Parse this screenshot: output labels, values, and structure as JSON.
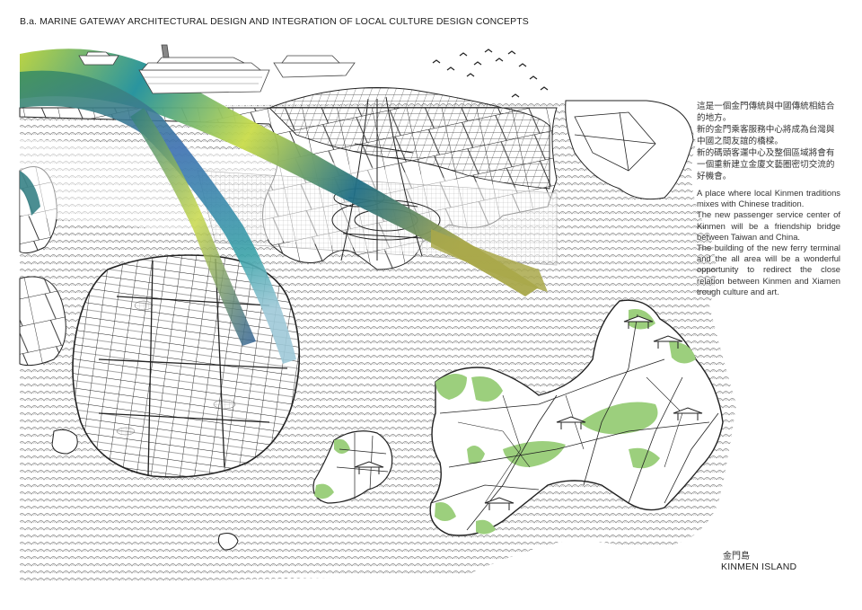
{
  "header": {
    "title": "B.a. MARINE GATEWAY ARCHITECTURAL DESIGN AND INTEGRATION OF LOCAL CULTURE DESIGN CONCEPTS"
  },
  "description": {
    "zh": [
      "這是一個金門傳統與中國傳統相結合的地方。",
      "新的金門乘客服務中心將成為台灣與中國之間友誼的橋樑。",
      "新的碼頭客運中心及整個區域將會有一個重新建立金廈文藝圈密切交流的好機會。"
    ],
    "en": [
      "A place where local Kinmen traditions mixes with Chinese tradition.",
      "The new passenger service center of Kinmen will be a friendship bridge between Taiwan and China.",
      "The building of the new ferry terminal and the all area will be a wonderful opportunity to redirect the close relation between Kinmen and Xiamen trough culture and art."
    ]
  },
  "caption": {
    "zh": "金門島",
    "en": "KINMEN ISLAND"
  },
  "colors": {
    "sea_pattern": "#8a8a8a",
    "green_area": "#9ccf7d",
    "ribbon_teal": "#1e8f9a",
    "ribbon_lime": "#b8d23a",
    "ribbon_blue": "#3b6fb0",
    "ribbon_olive": "#a9a84a"
  },
  "icons": [
    "yacht-icon",
    "cruise-ship-icon",
    "bird-flock-icon",
    "pagoda-icon"
  ]
}
